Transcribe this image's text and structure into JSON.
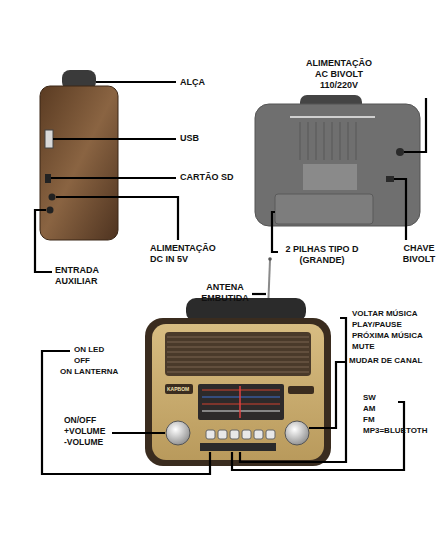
{
  "diagram": {
    "labels": [
      "ALÇA",
      "USB",
      "CARTÃO SD",
      "ALIMENTAÇÃO DC IN 5V",
      "ENTRADA AUXILIAR",
      "ALIMENTAÇÃO AC BIVOLT 110/220V",
      "2 PILHAS TIPO D (GRANDE)",
      "CHAVE BIVOLT",
      "ANTENA EMBUTIDA",
      "VOLTAR MÚSICA",
      "PLAY/PAUSE",
      "PRÓXIMA MÚSICA",
      "MUTE",
      "MUDAR DE CANAL",
      "SW",
      "AM",
      "FM",
      "MP3=BLUETOTH",
      "ON LED",
      "OFF",
      "ON LANTERNA",
      "ON/OFF",
      "+VOLUME",
      "-VOLUME",
      "KAPBOM"
    ]
  }
}
